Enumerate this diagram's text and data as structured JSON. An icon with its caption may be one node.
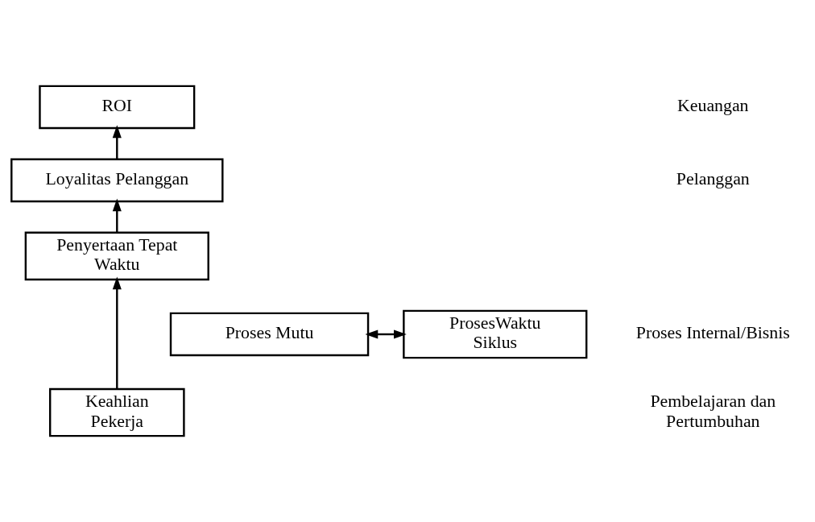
{
  "diagram": {
    "nodes": [
      {
        "text": [
          "ROI"
        ]
      },
      {
        "text": [
          "Loyalitas Pelanggan"
        ]
      },
      {
        "text": [
          "Penyertaan Tepat Waktu"
        ]
      },
      {
        "text": [
          "Proses Mutu"
        ]
      },
      {
        "text": [
          "ProsesWaktu Siklus"
        ]
      },
      {
        "text": [
          "Keahlian Pekerja"
        ]
      }
    ],
    "edges": [
      {
        "from": 1,
        "to": 0,
        "arrow": "to"
      },
      {
        "from": 2,
        "to": 1,
        "arrow": "to"
      },
      {
        "from": 5,
        "to": 2,
        "arrow": "to"
      },
      {
        "from": 3,
        "to": 4,
        "arrow": "both"
      }
    ],
    "labels": [
      "Keuangan",
      "Pelanggan",
      "Proses Internal/Bisnis",
      "Pembelajaran dan Pertumbuhan"
    ]
  }
}
